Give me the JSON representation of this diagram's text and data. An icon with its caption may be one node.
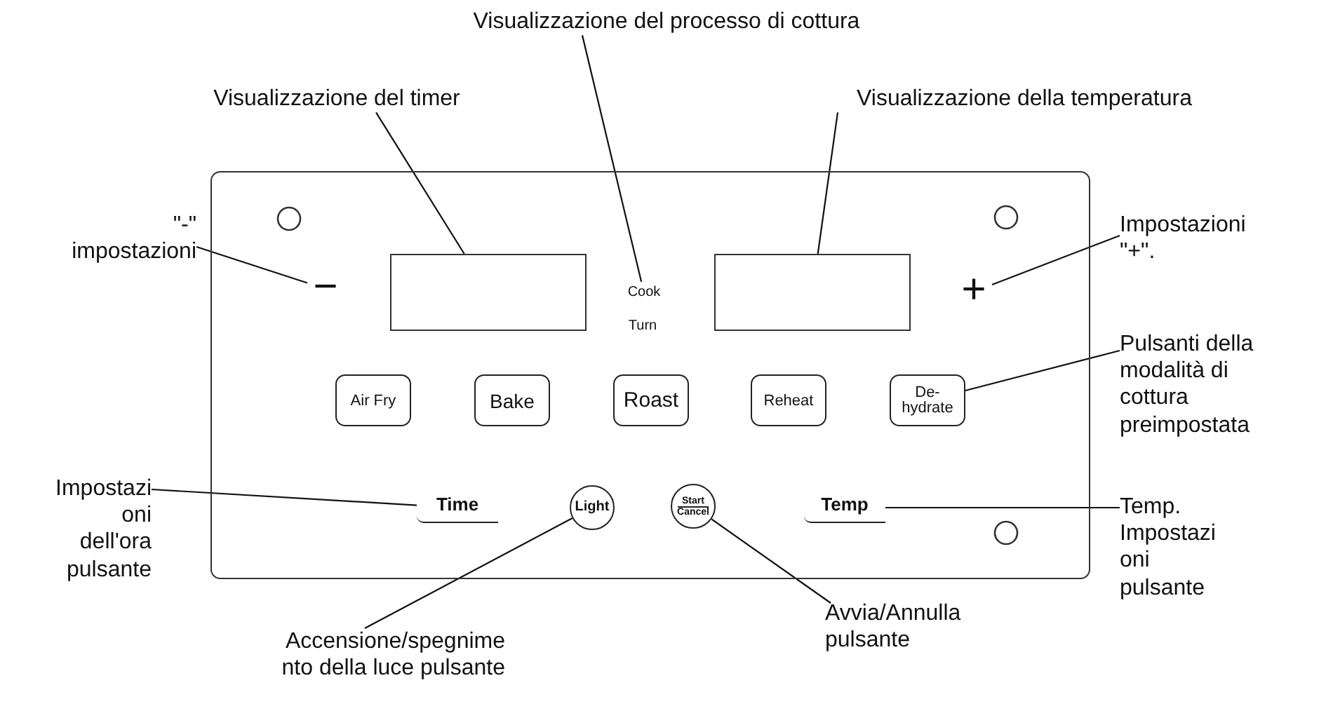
{
  "diagram": {
    "nodes": [
      {
        "text": [
          "Visualizzazione del processo di cottura"
        ]
      },
      {
        "text": [
          "Visualizzazione del timer"
        ]
      },
      {
        "text": [
          "Visualizzazione della temperatura"
        ]
      },
      {
        "text": [],
        "shape": "box"
      },
      {
        "text": [
          "\"-\" impostazioni"
        ]
      },
      {
        "text": [
          "−"
        ],
        "in": 3
      },
      {
        "text": [],
        "shape": "box",
        "in": 3
      },
      {
        "text": [
          "Cook"
        ],
        "in": 3
      },
      {
        "text": [],
        "shape": "box",
        "in": 3
      },
      {
        "text": [
          "+"
        ],
        "in": 3
      },
      {
        "text": [
          "Impostazioni \"+\"."
        ]
      },
      {
        "text": [
          "Air Fry"
        ],
        "in": 3
      },
      {
        "text": [
          "Bake"
        ],
        "in": 3
      },
      {
        "text": [
          "Roast"
        ],
        "in": 3
      },
      {
        "text": [
          "Reheat"
        ],
        "in": 3
      },
      {
        "text": [
          "De- hydrate"
        ],
        "in": 3
      },
      {
        "text": [
          "Pulsanti della modalità di cottura preimpostata"
        ]
      },
      {
        "text": [
          "Impostazi oni dell'ora pulsante"
        ]
      },
      {
        "text": [
          "Time"
        ],
        "in": 3
      },
      {
        "text": [
          "Light"
        ],
        "in": 3
      },
      {
        "text": [
          "Start",
          "Cancel"
        ],
        "in": 3
      },
      {
        "text": [
          "Temp"
        ],
        "in": 3
      },
      {
        "text": [
          "Temp. Impostazi oni pulsante"
        ]
      },
      {
        "text": [
          "Accensione/spegnime nto della luce pulsante"
        ]
      },
      {
        "text": [
          "Avvia/Annulla pulsante"
        ]
      }
    ],
    "edges": [
      {
        "from": 0,
        "to": 7,
        "arrow": "none"
      },
      {
        "from": 1,
        "to": 6,
        "arrow": "none"
      },
      {
        "from": 2,
        "to": 8,
        "arrow": "none"
      },
      {
        "from": 4,
        "to": 5,
        "arrow": "none"
      },
      {
        "from": 10,
        "to": 9,
        "arrow": "none"
      },
      {
        "from": 16,
        "to": 15,
        "arrow": "none"
      },
      {
        "from": 17,
        "to": 18,
        "arrow": "none"
      },
      {
        "from": 22,
        "to": 21,
        "arrow": "none"
      },
      {
        "from": 23,
        "to": 19,
        "arrow": "none"
      },
      {
        "from": 24,
        "to": 20,
        "arrow": "none"
      }
    ],
    "labels": [
      "Turn"
    ]
  }
}
